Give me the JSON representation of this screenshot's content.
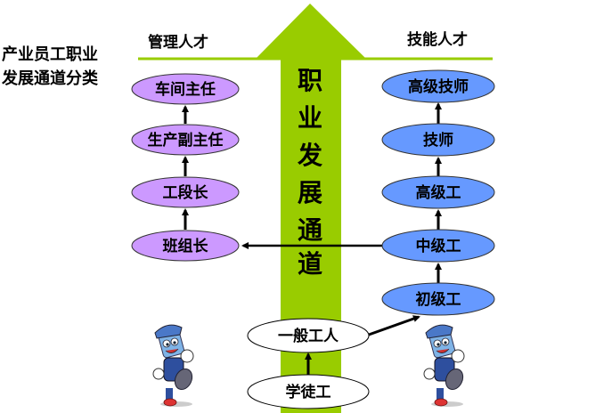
{
  "side_title": {
    "line1": "产业员工职业",
    "line2": "发展通道分类"
  },
  "columns": {
    "management": {
      "title": "管理人才"
    },
    "skill": {
      "title": "技能人才"
    }
  },
  "center_arrow": {
    "label_chars": [
      "职",
      "业",
      "发",
      "展",
      "通",
      "道"
    ],
    "color": "#99CC00"
  },
  "management_nodes": [
    {
      "label": "车间主任"
    },
    {
      "label": "生产副主任"
    },
    {
      "label": "工段长"
    },
    {
      "label": "班组长"
    }
  ],
  "skill_nodes": [
    {
      "label": "高级技师"
    },
    {
      "label": "技师"
    },
    {
      "label": "高级工"
    },
    {
      "label": "中级工"
    },
    {
      "label": "初级工"
    }
  ],
  "entry_nodes": [
    {
      "label": "一般工人"
    },
    {
      "label": "学徒工"
    }
  ],
  "colors": {
    "management_fill": "#CC99FF",
    "skill_fill": "#6699FF",
    "entry_fill": "#FFFFFF",
    "divider_line": "#99CC00"
  },
  "mascots": [
    {
      "description": "cartoon worker mascot kicking, left"
    },
    {
      "description": "cartoon worker mascot kicking, right"
    }
  ]
}
